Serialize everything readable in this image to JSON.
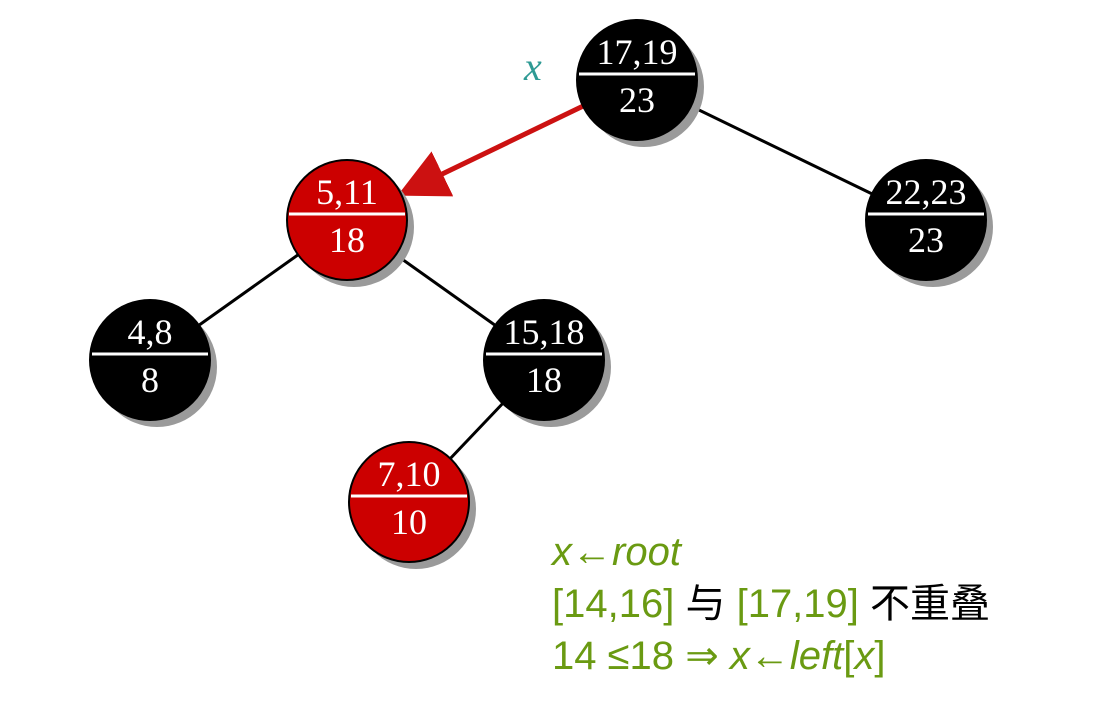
{
  "tree": {
    "current_label": "x",
    "nodes": [
      {
        "id": "root",
        "interval": "17,19",
        "max": "23",
        "color": "black"
      },
      {
        "id": "n-5-11",
        "interval": "5,11",
        "max": "18",
        "color": "red"
      },
      {
        "id": "n-22-23",
        "interval": "22,23",
        "max": "23",
        "color": "black"
      },
      {
        "id": "n-4-8",
        "interval": "4,8",
        "max": "8",
        "color": "black"
      },
      {
        "id": "n-15-18",
        "interval": "15,18",
        "max": "18",
        "color": "black"
      },
      {
        "id": "n-7-10",
        "interval": "7,10",
        "max": "10",
        "color": "red"
      }
    ],
    "edges": [
      {
        "from": "root",
        "to": "n-5-11",
        "highlighted": true
      },
      {
        "from": "root",
        "to": "n-22-23",
        "highlighted": false
      },
      {
        "from": "n-5-11",
        "to": "n-4-8",
        "highlighted": false
      },
      {
        "from": "n-5-11",
        "to": "n-15-18",
        "highlighted": false
      },
      {
        "from": "n-15-18",
        "to": "n-7-10",
        "highlighted": false
      }
    ]
  },
  "notes": {
    "line1": {
      "x": "x",
      "arrow": "←",
      "root": "root"
    },
    "line2": {
      "query": "[14,16]",
      "and": "与",
      "interval": "[17,19]",
      "not_overlap": "不重叠"
    },
    "line3": {
      "cmp": "14 ≤18",
      "implies": "⇒",
      "x": "x",
      "arrow": "←",
      "left": "left",
      "bracket_open": "[",
      "x2": "x",
      "bracket_close": "]"
    }
  },
  "colors": {
    "black_node": "#000000",
    "red_node": "#cc0000",
    "arrow": "#cc1111",
    "label_teal": "#2e9a94",
    "note_green": "#6a9a12",
    "shadow": "#9a9a9a"
  }
}
